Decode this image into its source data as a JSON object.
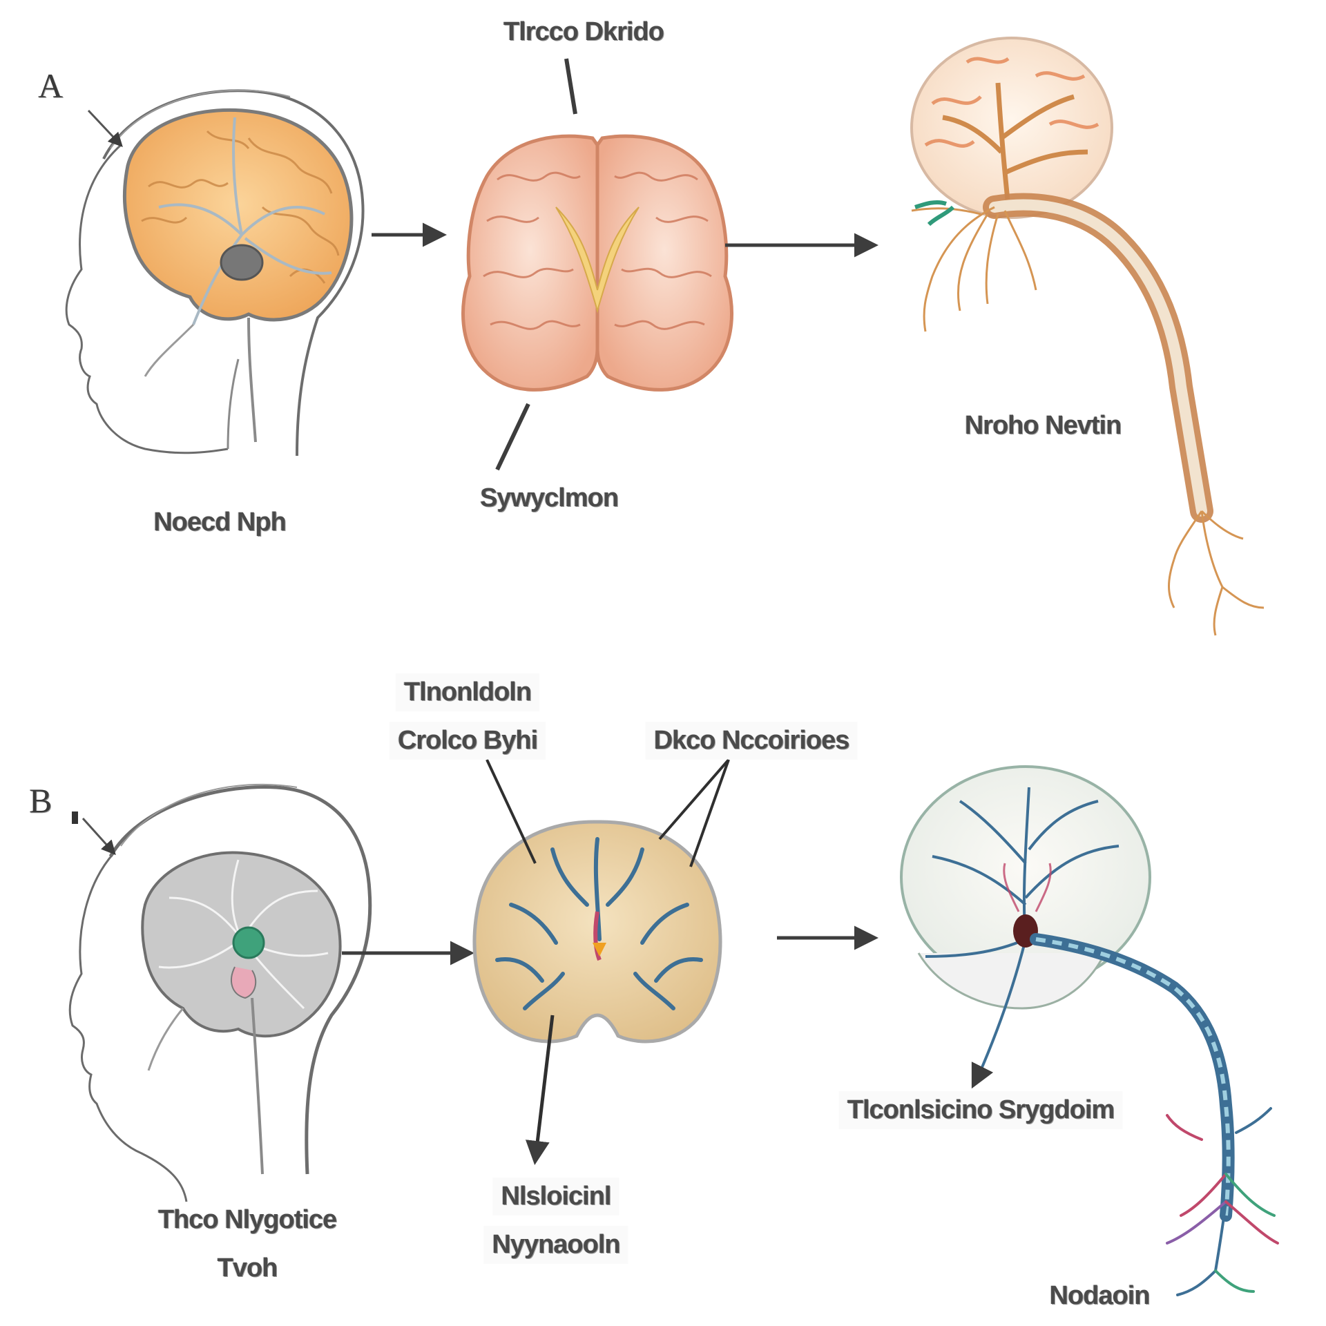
{
  "panels": [
    {
      "letter": "A",
      "labels": {
        "head": "Noecd Nph",
        "top": "Tlrcco Dkrido",
        "bottom": "Sywyclmon",
        "nerve": "Nroho Nevtin"
      }
    },
    {
      "letter": "B",
      "labels": {
        "head_line1": "Thco Nlygotice",
        "head_line2": "Tvoh",
        "top_line1": "Tlnonldoln",
        "top_line2": "Crolco Byhi",
        "right_top": "Dkco Nccoirioes",
        "bottom_line1": "Nlsloicinl",
        "bottom_line2": "Nyynaooln",
        "nerve_mid": "Tlconlsicino Srygdoim",
        "nerve_end": "Nodaoin"
      }
    }
  ],
  "colors": {
    "arrow": "#3d3d3d",
    "brain_orange": "#f2b46a",
    "brain_pink": "#f3c6b2",
    "fold_red": "#c8654a",
    "nerve_brown": "#c98550",
    "tan_brain": "#e9cf9f",
    "vein_blue": "#3d6f95",
    "accent_green": "#3fa27b",
    "accent_magenta": "#c0486b"
  }
}
